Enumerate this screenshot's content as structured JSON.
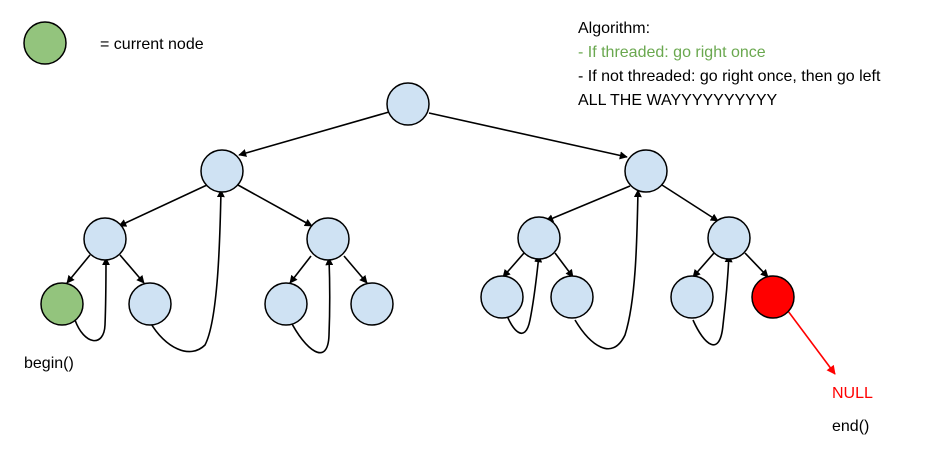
{
  "legend": {
    "current_node_label": "= current node"
  },
  "algorithm": {
    "title": "Algorithm:",
    "line_threaded": "- If threaded: go right once",
    "line_not_threaded": "- If not threaded: go right once, then go left",
    "line_all_the_way": "ALL THE WAYYYYYYYYYY"
  },
  "labels": {
    "begin": "begin()",
    "null": "NULL",
    "end": "end()"
  },
  "colors": {
    "node_fill": "#cfe2f3",
    "current_node_fill": "#93c47d",
    "end_node_fill": "#ff0000",
    "threaded_text": "#6aa84f",
    "null_text": "#ff0000",
    "edge": "#000000",
    "null_edge": "#ff0000"
  }
}
